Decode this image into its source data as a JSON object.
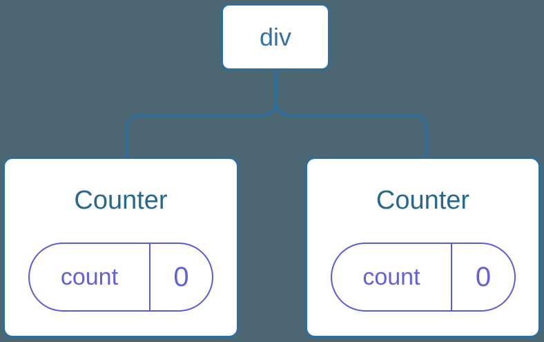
{
  "diagram": {
    "type": "component-tree",
    "colors": {
      "background": "#4C6771",
      "node_border": "#2E6E9E",
      "node_bg": "#FFFFFF",
      "root_label_text": "#35719F",
      "title_text": "#27688F",
      "state_border": "#5B5BD6",
      "state_text": "#6161DC",
      "connector": "#2E6E9E"
    },
    "root": {
      "label": "div"
    },
    "children": [
      {
        "title": "Counter",
        "state": {
          "key": "count",
          "value": "0"
        }
      },
      {
        "title": "Counter",
        "state": {
          "key": "count",
          "value": "0"
        }
      }
    ]
  }
}
